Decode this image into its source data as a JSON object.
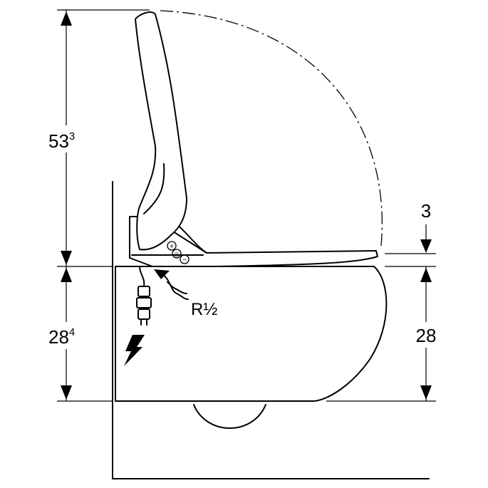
{
  "dimensions": {
    "total_height": {
      "main": "53",
      "sup": "3"
    },
    "lower_height": {
      "main": "28",
      "sup": "4"
    },
    "seat_gap": "3",
    "bowl_height": "28"
  },
  "labels": {
    "water_connection": "R½"
  },
  "control_buttons": [
    "+",
    "◎",
    "−"
  ],
  "icons": [
    "wall-outline",
    "floor-line",
    "toilet-bowl",
    "seat-lid",
    "electric-plug",
    "lightning-bolt-icon",
    "water-supply-arrow"
  ]
}
